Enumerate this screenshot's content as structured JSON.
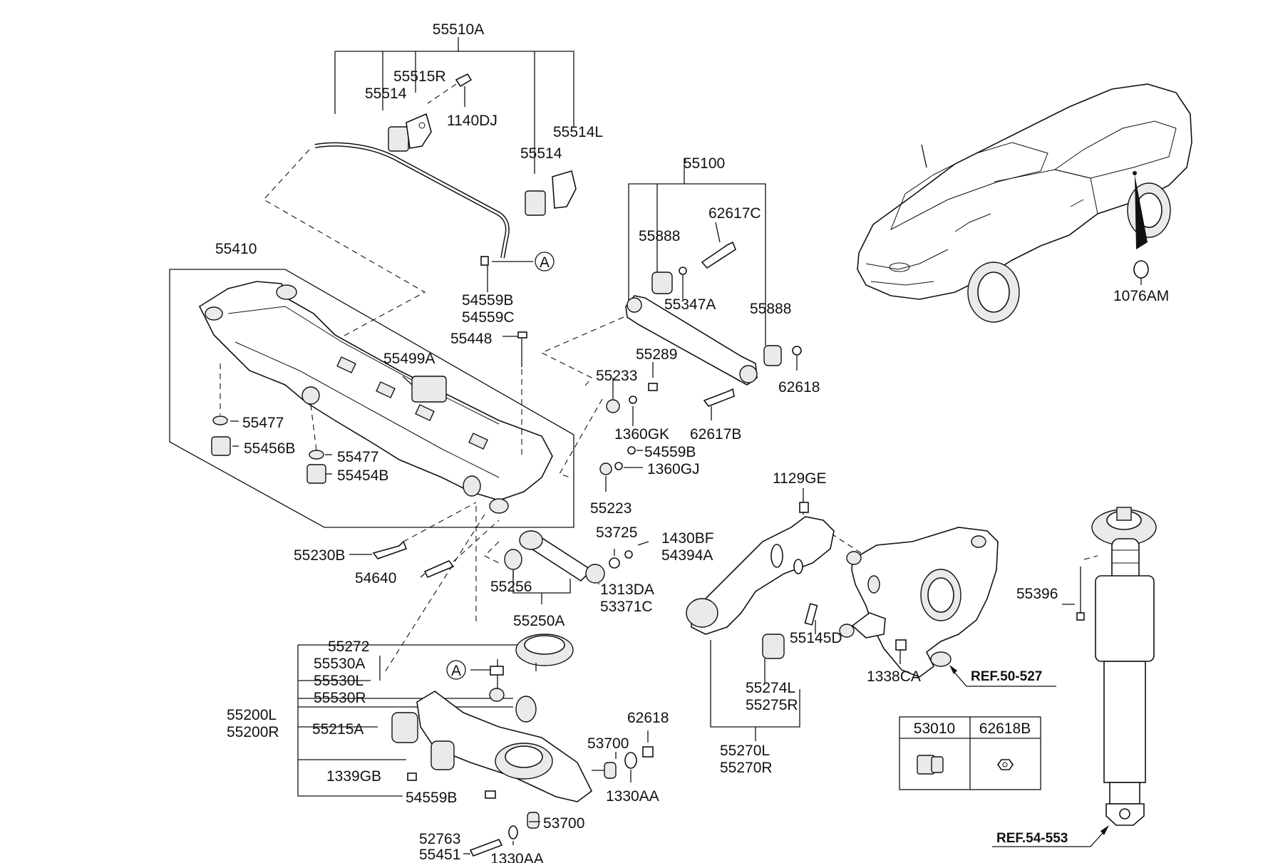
{
  "labels": {
    "p55510A": "55510A",
    "p55515R": "55515R",
    "p55514a": "55514",
    "p1140DJ": "1140DJ",
    "p55514L": "55514L",
    "p55514b": "55514",
    "p55100": "55100",
    "p62617C": "62617C",
    "p55888a": "55888",
    "p55347A": "55347A",
    "p55888b": "55888",
    "p62618a": "62618",
    "p62617B": "62617B",
    "p55289": "55289",
    "p55233": "55233",
    "p1360GK": "1360GK",
    "p54559B_a": "54559B",
    "p1360GJ": "1360GJ",
    "p55223": "55223",
    "p55410": "55410",
    "p54559B_top": "54559B",
    "p54559C": "54559C",
    "p55448": "55448",
    "p55499A": "55499A",
    "p55477a": "55477",
    "p55456B": "55456B",
    "p55477b": "55477",
    "p55454B": "55454B",
    "p55230B": "55230B",
    "p54640": "54640",
    "p53725": "53725",
    "p1430BF": "1430BF",
    "p54394A": "54394A",
    "p55256": "55256",
    "p1313DA": "1313DA",
    "p53371C": "53371C",
    "p55250A": "55250A",
    "p55272": "55272",
    "p55530A": "55530A",
    "p55530L": "55530L",
    "p55530R": "55530R",
    "p55200L": "55200L",
    "p55200R": "55200R",
    "p55215A": "55215A",
    "p1339GB": "1339GB",
    "p54559B_b": "54559B",
    "p62618b": "62618",
    "p53700a": "53700",
    "p1330AAa": "1330AA",
    "p53700b": "53700",
    "p52763": "52763",
    "p55451": "55451",
    "p1330AAb": "1330AA",
    "p1129GE": "1129GE",
    "p55145D": "55145D",
    "p1338CA": "1338CA",
    "p55274L": "55274L",
    "p55275R": "55275R",
    "p55270L": "55270L",
    "p55270R": "55270R",
    "p55396": "55396",
    "p1076AM": "1076AM"
  },
  "callouts": {
    "a1": "A",
    "a2": "A"
  },
  "refs": {
    "ref50": "REF.50-527",
    "ref54": "REF.54-553"
  },
  "table": {
    "col1": "53010",
    "col2": "62618B"
  }
}
